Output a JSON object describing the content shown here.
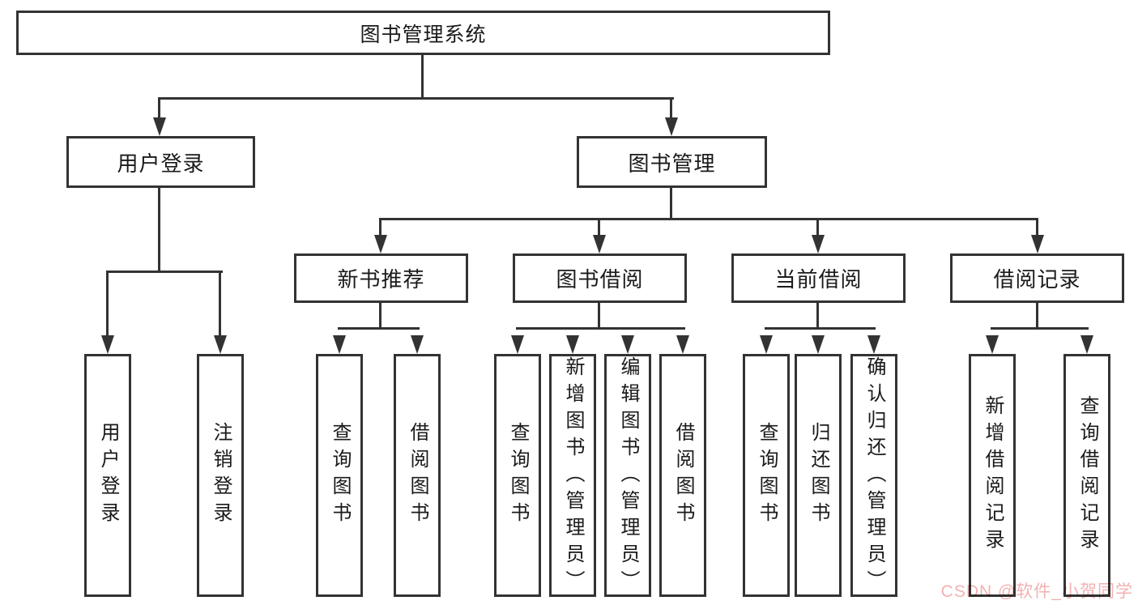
{
  "tree": {
    "root": {
      "label": "图书管理系统"
    },
    "branches": [
      {
        "label": "用户登录",
        "children": [
          {
            "label": "用户登录"
          },
          {
            "label": "注销登录"
          }
        ]
      },
      {
        "label": "图书管理",
        "children": [
          {
            "label": "新书推荐",
            "children": [
              {
                "label": "查询图书"
              },
              {
                "label": "借阅图书"
              }
            ]
          },
          {
            "label": "图书借阅",
            "children": [
              {
                "label": "查询图书"
              },
              {
                "label": "新增图书（管理员）"
              },
              {
                "label": "编辑图书（管理员）"
              },
              {
                "label": "借阅图书"
              }
            ]
          },
          {
            "label": "当前借阅",
            "children": [
              {
                "label": "查询图书"
              },
              {
                "label": "归还图书"
              },
              {
                "label": "确认归还（管理员）"
              }
            ]
          },
          {
            "label": "借阅记录",
            "children": [
              {
                "label": "新增借阅记录"
              },
              {
                "label": "查询借阅记录"
              }
            ]
          }
        ]
      }
    ]
  },
  "watermark": {
    "text": "CSDN @软件_小贺同学",
    "color": "#f2b2b2"
  },
  "colors": {
    "line": "#333333",
    "box_border": "#333333",
    "text": "#1a1a1a",
    "background": "#ffffff"
  }
}
